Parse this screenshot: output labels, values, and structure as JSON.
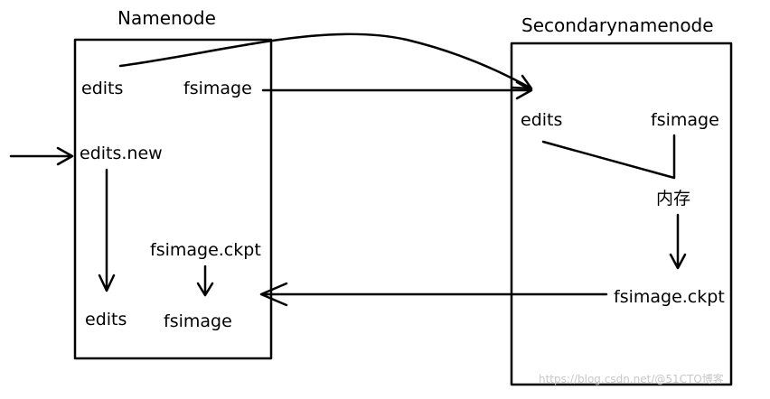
{
  "namenode": {
    "title": "Namenode",
    "edits": "edits",
    "fsimage": "fsimage",
    "edits_new": "edits.new",
    "fsimage_ckpt": "fsimage.ckpt",
    "edits_bottom": "edits",
    "fsimage_bottom": "fsimage"
  },
  "secondary": {
    "title": "Secondarynamenode",
    "edits": "edits",
    "fsimage": "fsimage",
    "memory": "内存",
    "fsimage_ckpt": "fsimage.ckpt"
  },
  "watermark": "https://blog.csdn.net/@51CTO博客"
}
